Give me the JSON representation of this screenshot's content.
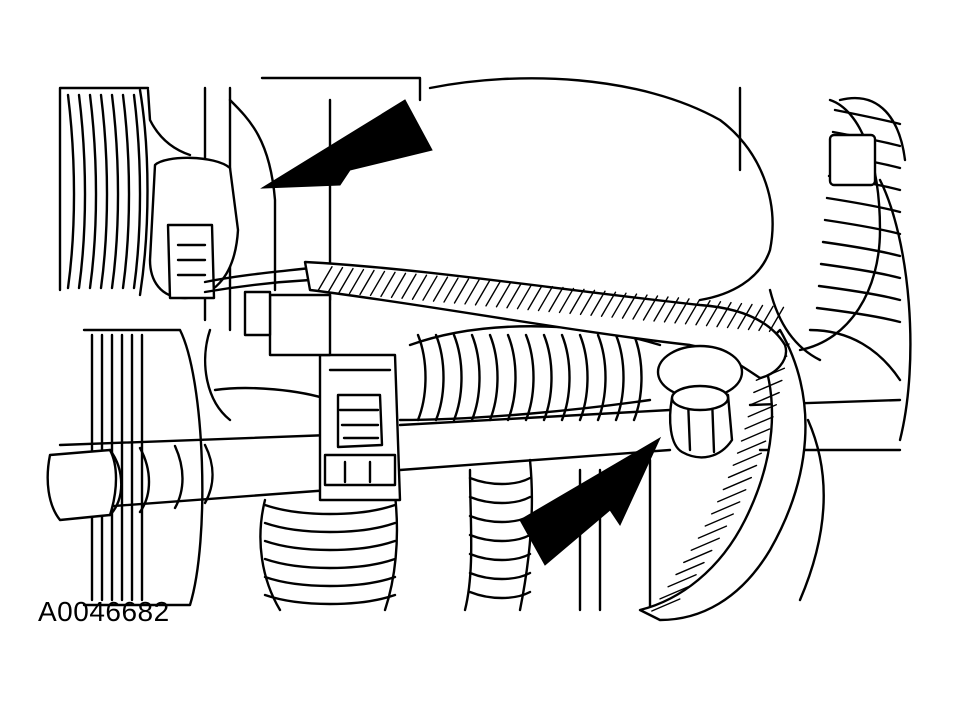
{
  "figure": {
    "label": "A0046682"
  },
  "callouts": [
    {
      "id": "arrow-upper",
      "points_to": "connector"
    },
    {
      "id": "arrow-lower",
      "points_to": "harness-bolt"
    }
  ],
  "colors": {
    "line": "#000000",
    "background": "#ffffff"
  }
}
